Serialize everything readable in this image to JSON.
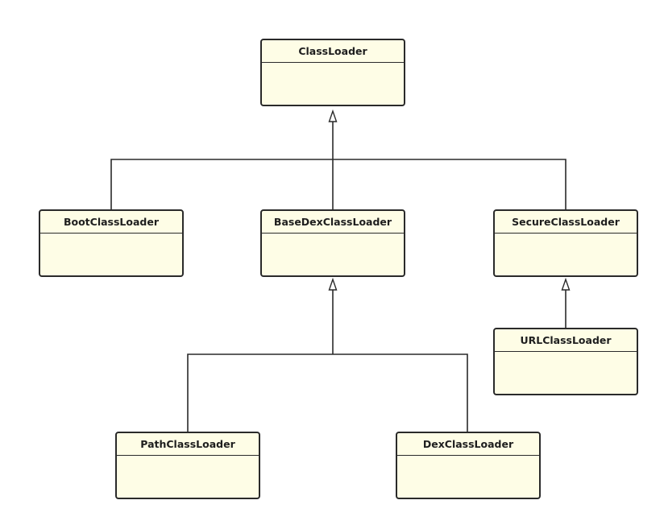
{
  "colors": {
    "box_fill": "#fefde6",
    "stroke": "#2a2a2a"
  },
  "classes": {
    "class_loader": "ClassLoader",
    "boot_class_loader": "BootClassLoader",
    "base_dex_class_loader": "BaseDexClassLoader",
    "secure_class_loader": "SecureClassLoader",
    "url_class_loader": "URLClassLoader",
    "path_class_loader": "PathClassLoader",
    "dex_class_loader": "DexClassLoader"
  },
  "relations": [
    {
      "child": "BootClassLoader",
      "parent": "ClassLoader",
      "type": "inheritance"
    },
    {
      "child": "BaseDexClassLoader",
      "parent": "ClassLoader",
      "type": "inheritance"
    },
    {
      "child": "SecureClassLoader",
      "parent": "ClassLoader",
      "type": "inheritance"
    },
    {
      "child": "URLClassLoader",
      "parent": "SecureClassLoader",
      "type": "inheritance"
    },
    {
      "child": "PathClassLoader",
      "parent": "BaseDexClassLoader",
      "type": "inheritance"
    },
    {
      "child": "DexClassLoader",
      "parent": "BaseDexClassLoader",
      "type": "inheritance"
    }
  ]
}
